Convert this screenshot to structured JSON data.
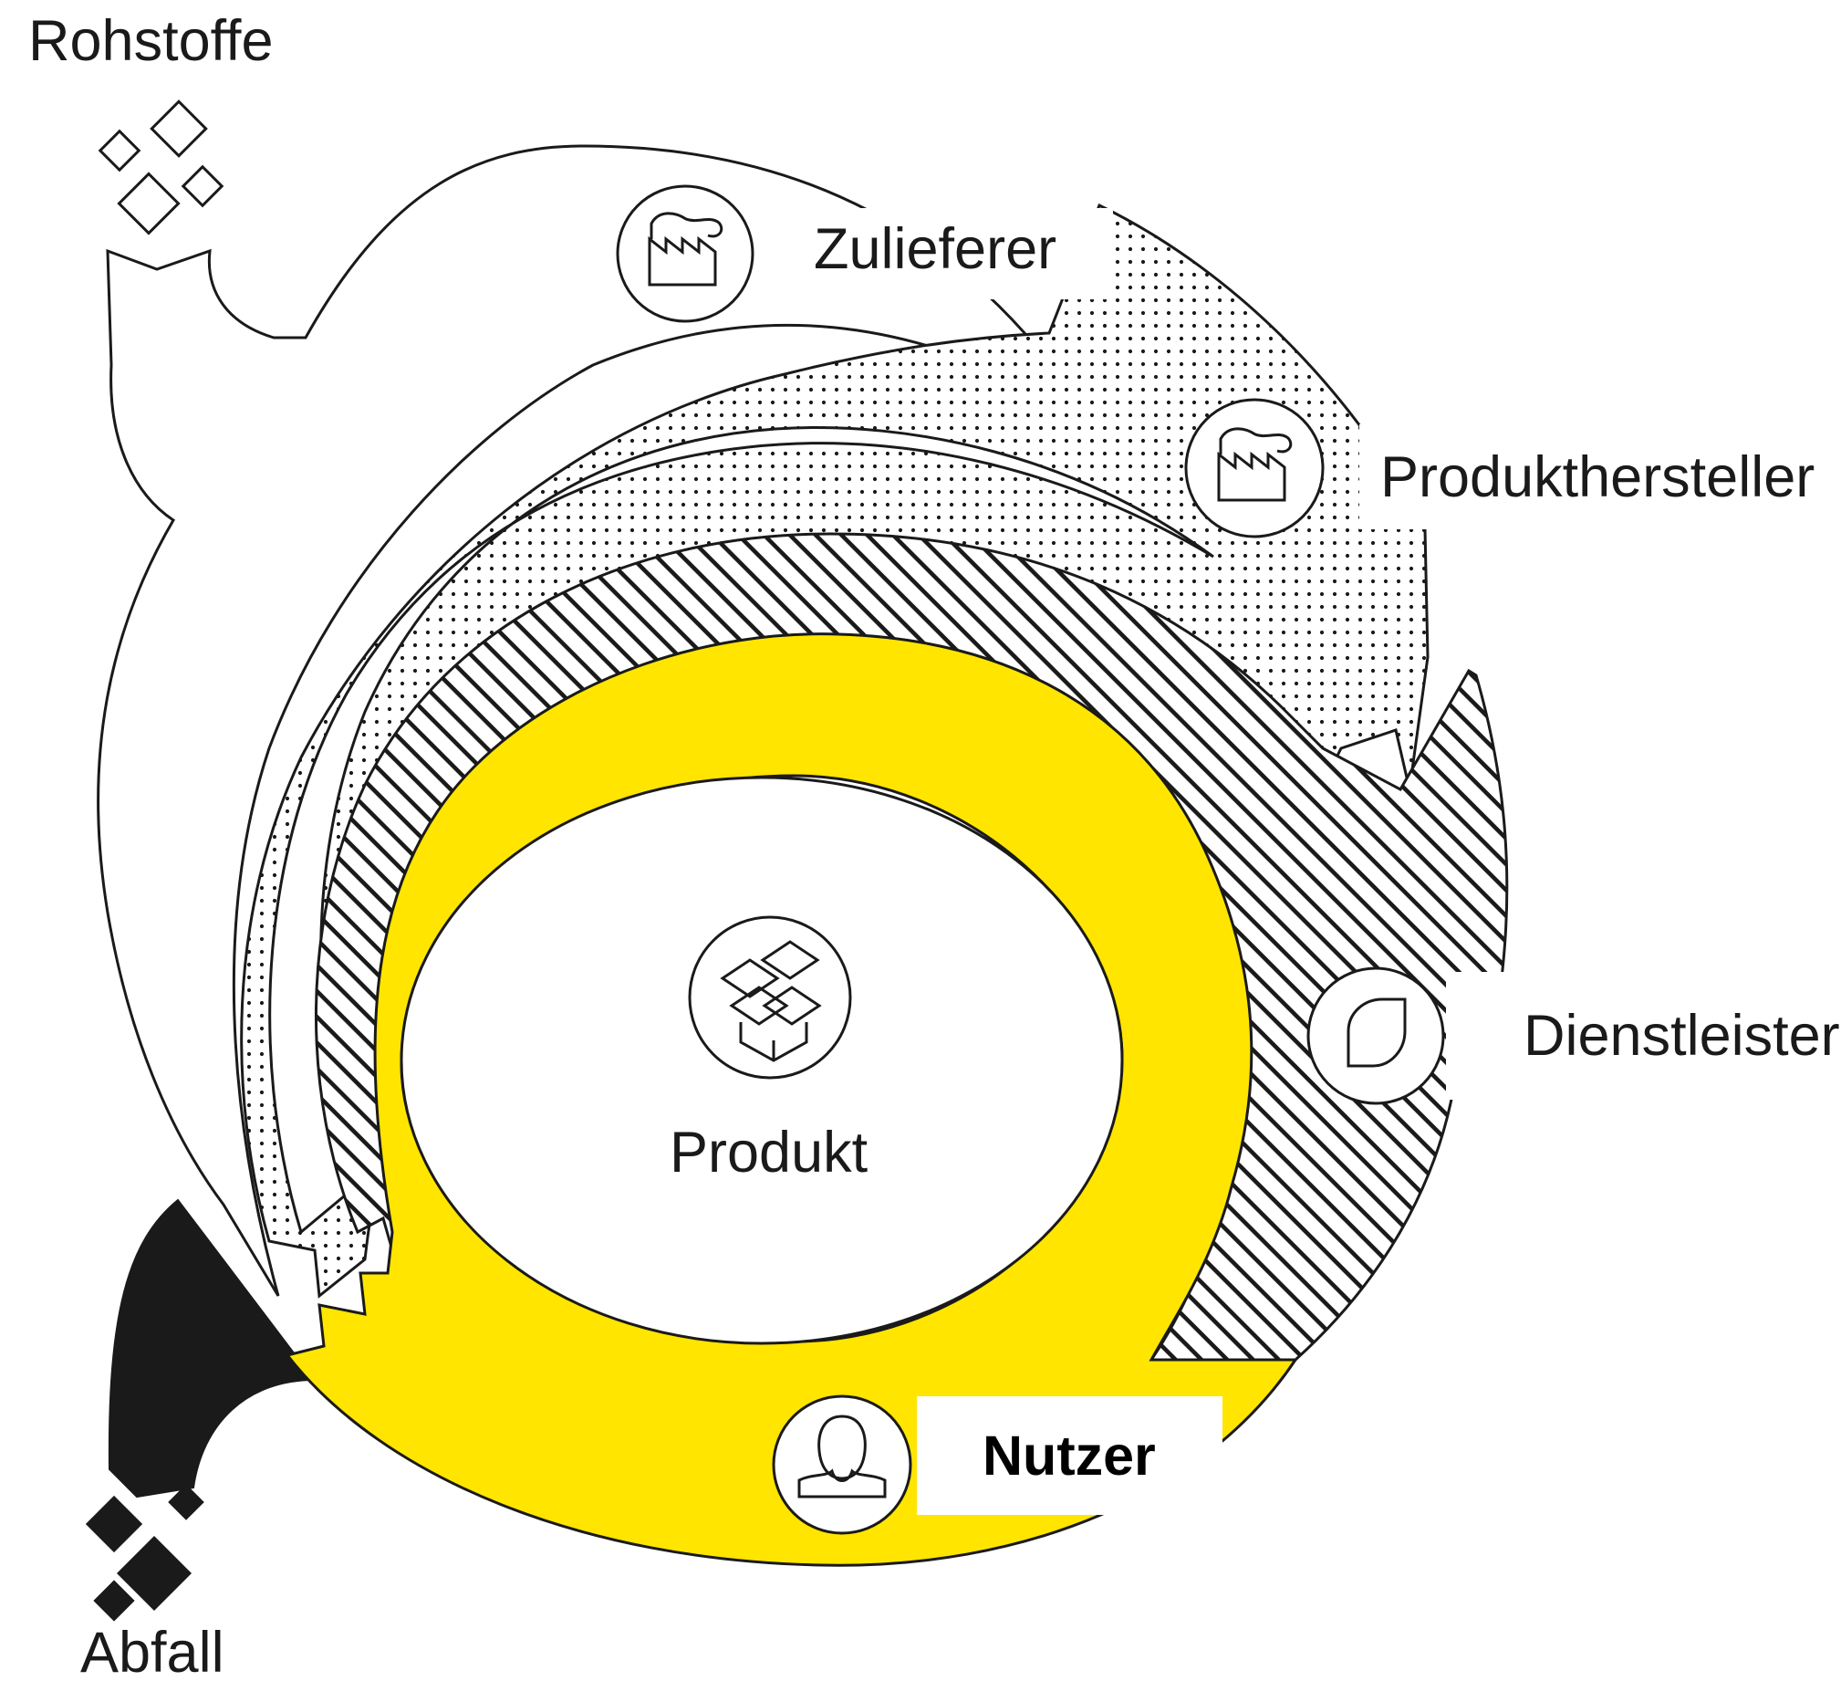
{
  "labels": {
    "raw_materials": "Rohstoffe",
    "suppliers": "Zulieferer",
    "manufacturers": "Produkthersteller",
    "service_providers": "Dienstleister",
    "product": "Produkt",
    "users": "Nutzer",
    "waste": "Abfall"
  },
  "icons": {
    "raw_materials": "diamonds-outline-icon",
    "suppliers": "factory-icon",
    "manufacturers": "factory-icon",
    "service_providers": "leaf-icon",
    "product": "open-box-icon",
    "users": "person-icon",
    "waste": "diamonds-filled-icon"
  },
  "colors": {
    "users_ring": "#FFE500",
    "waste_stream": "#1a1a1a",
    "outline": "#1a1a1a",
    "background": "#ffffff"
  }
}
